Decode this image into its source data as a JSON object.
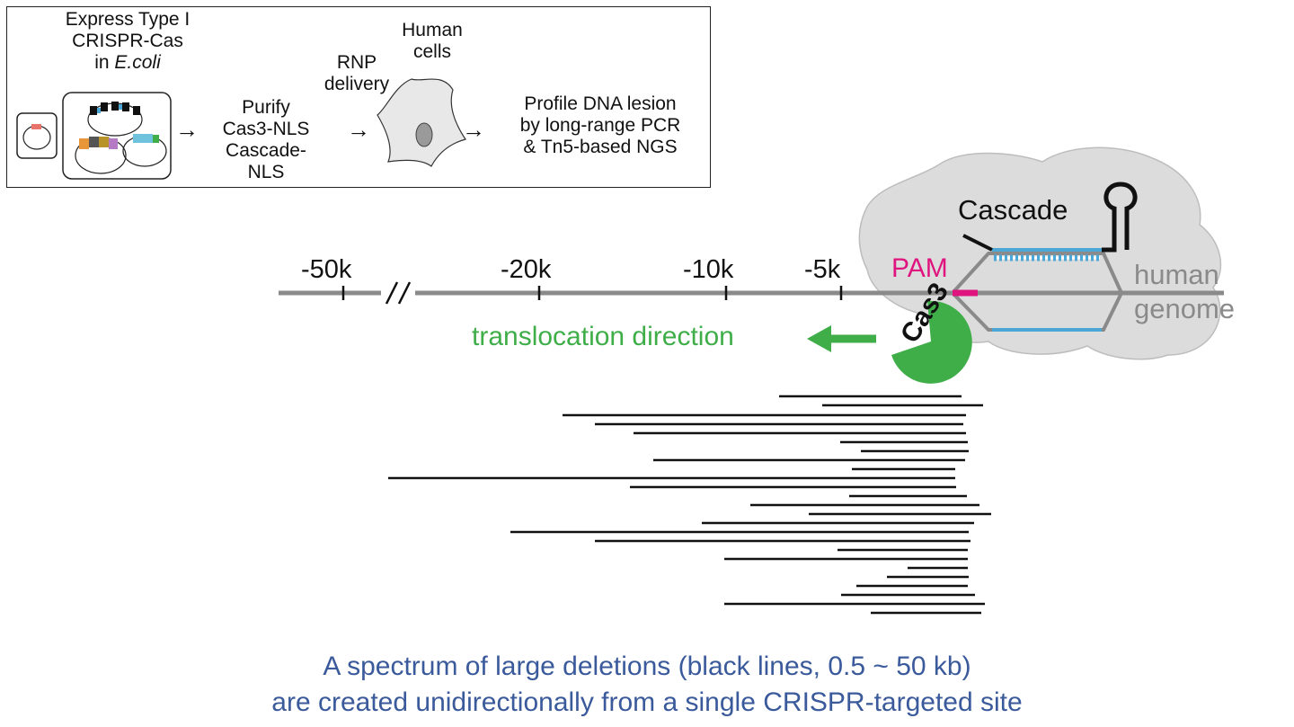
{
  "workflow": {
    "express_line1": "Express Type I",
    "express_line2": "CRISPR-Cas",
    "express_line3_prefix": "in ",
    "express_line3_italic": "E.coli",
    "purify_line1": "Purify",
    "purify_line2": "Cas3-NLS",
    "purify_line3": "Cascade-NLS",
    "rnp_line1": "RNP",
    "rnp_line2": "delivery",
    "human_line1": "Human",
    "human_line2": "cells",
    "profile_line1": "Profile DNA lesion",
    "profile_line2": "by long-range PCR",
    "profile_line3": "& Tn5-based NGS",
    "arrow": "→"
  },
  "genome": {
    "ticks": [
      "-50k",
      "-20k",
      "-10k",
      "-5k"
    ],
    "break_mark": "//",
    "pam_label": "PAM",
    "cascade_label": "Cascade",
    "cas3_label": "Cas3",
    "genome_line1": "human",
    "genome_line2": "genome",
    "translocation_label": "translocation direction"
  },
  "colors": {
    "pam": "#e0147e",
    "cas3": "#3fae49",
    "crrna": "#4aa7d6",
    "genome_line": "#8a8a8a",
    "complex_fill": "#dcdcdc",
    "caption": "#3a5a9b"
  },
  "caption": {
    "line1": "A spectrum of large deletions (black lines, 0.5 ~ 50 kb)",
    "line2": "are created unidirectionally from a single CRISPR-targeted site"
  }
}
